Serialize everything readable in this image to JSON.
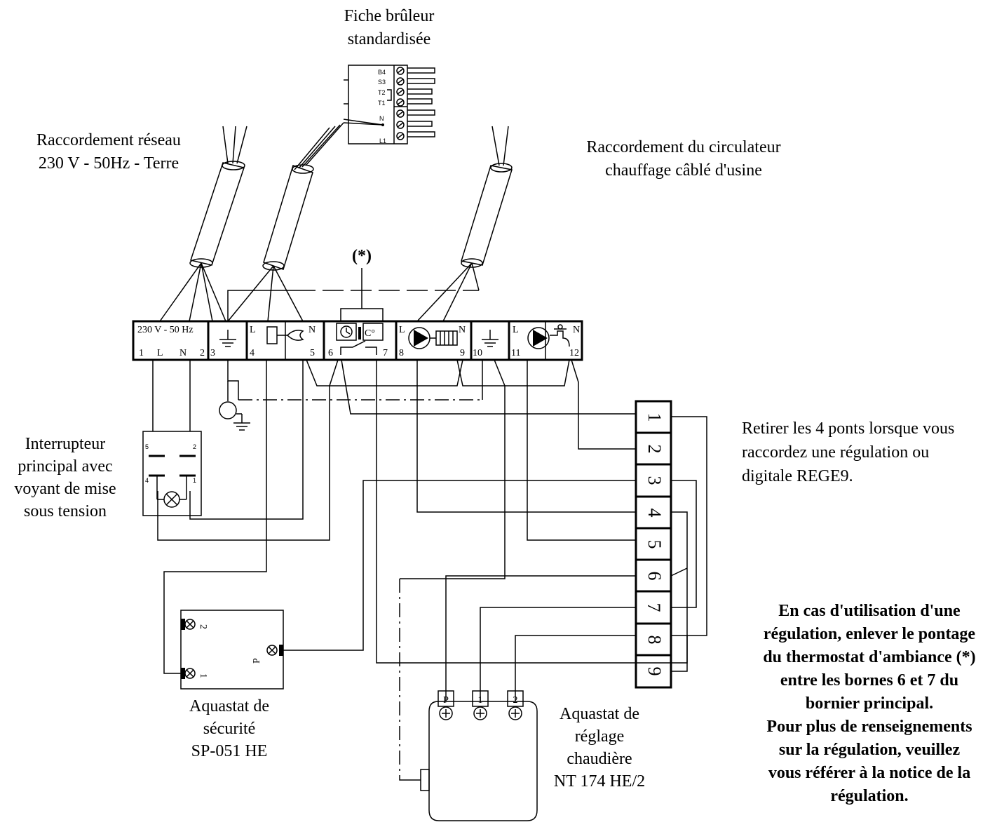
{
  "labels": {
    "burner_plug": [
      "Fiche brûleur",
      "standardisée"
    ],
    "mains": [
      "Raccordement réseau",
      "230 V - 50Hz - Terre"
    ],
    "circulator": [
      "Raccordement du circulateur",
      "chauffage câblé d'usine"
    ],
    "asterisk": "(*)",
    "main_switch": [
      "Interrupteur",
      "principal avec",
      "voyant de mise",
      "sous  tension"
    ],
    "safety_aquastat": [
      "Aquastat  de",
      "sécurité",
      "SP-051 HE"
    ],
    "boiler_aquastat": [
      "Aquastat  de",
      "réglage",
      "chaudière",
      "NT 174 HE/2"
    ],
    "bridges_note": [
      "Retirer les 4 ponts lorsque vous",
      "raccordez  une  régulation  ou",
      "digitale REGE9."
    ],
    "regulation_note": [
      "En cas d'utilisation d'une",
      "régulation, enlever le pontage",
      "du thermostat d'ambiance (*)",
      "entre les bornes 6 et 7 du",
      "bornier principal.",
      "Pour plus de renseignements",
      "sur la régulation, veuillez",
      "vous référer à la notice de la",
      "régulation."
    ]
  },
  "terminal_block": {
    "supply_label": "230 V - 50 Hz",
    "numbers": [
      "1",
      "2",
      "3",
      "4",
      "5",
      "6",
      "7",
      "8",
      "9",
      "10",
      "11",
      "12"
    ],
    "L": "L",
    "N": "N",
    "C_deg": "C°"
  },
  "burner_plug_pins": [
    "B4",
    "S3",
    "T2",
    "T1",
    "N",
    "L1"
  ],
  "connector_9": [
    "1",
    "2",
    "3",
    "4",
    "5",
    "6",
    "7",
    "8",
    "9"
  ],
  "switch_pins": [
    "5",
    "2",
    "4",
    "1"
  ],
  "safety_aquastat_pins": [
    "2",
    "1",
    "P"
  ],
  "boiler_aquastat_pins": [
    "P",
    "1",
    "2"
  ]
}
